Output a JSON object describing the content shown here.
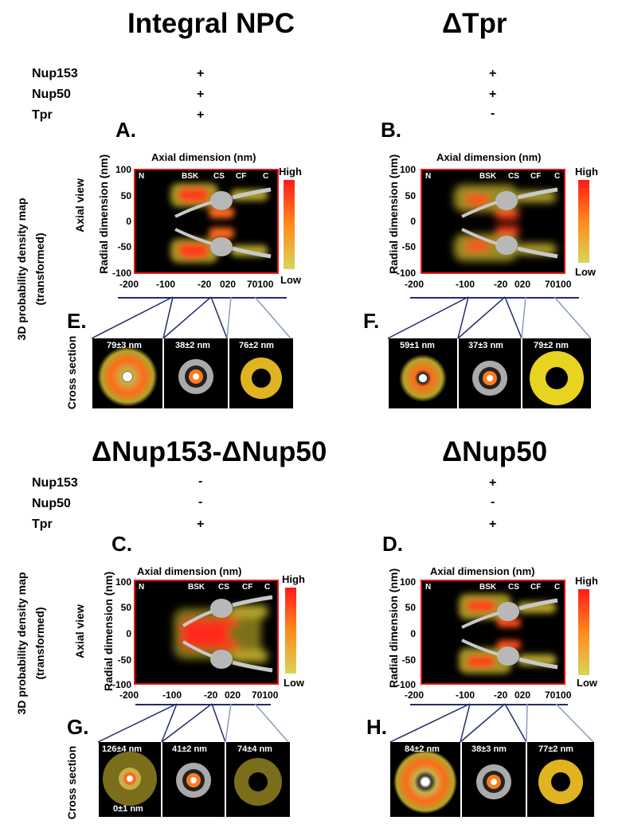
{
  "side_labels": {
    "axial_view": "Axial view",
    "density_map_line1": "3D probability density map",
    "density_map_line2": "(transformed)",
    "cross_section": "Cross section"
  },
  "axes": {
    "axial_title": "Axial dimension (nm)",
    "radial_title": "Radial dimension (nm)",
    "y_ticks": [
      "100",
      "50",
      "0",
      "-50",
      "-100"
    ],
    "x_ticks": [
      "-200",
      "-100",
      "-20",
      "020",
      "70100"
    ],
    "regions": [
      "N",
      "BSK",
      "CS",
      "CF",
      "C"
    ]
  },
  "colorbar": {
    "high": "High",
    "low": "Low",
    "high_color": "#ff1a1a",
    "low_color": "#d8d45a"
  },
  "protein_labels": [
    "Nup153",
    "Nup50",
    "Tpr"
  ],
  "panels": [
    {
      "title": "Integral NPC",
      "presence": [
        "+",
        "+",
        "+"
      ],
      "plot_letter": "A.",
      "cs_letter": "E.",
      "measurements": [
        "79±3 nm",
        "38±2 nm",
        "76±2 nm"
      ]
    },
    {
      "title": "ΔTpr",
      "presence": [
        "+",
        "+",
        "-"
      ],
      "plot_letter": "B.",
      "cs_letter": "F.",
      "measurements": [
        "59±1 nm",
        "37±3 nm",
        "79±2 nm"
      ]
    },
    {
      "title": "ΔNup153-ΔNup50",
      "presence": [
        "-",
        "-",
        "+"
      ],
      "plot_letter": "C.",
      "cs_letter": "G.",
      "measurements": [
        "126±4 nm",
        "41±2 nm",
        "74±4 nm"
      ],
      "extra_measure": "0±1 nm"
    },
    {
      "title": "ΔNup50",
      "presence": [
        "+",
        "-",
        "+"
      ],
      "plot_letter": "D.",
      "cs_letter": "H.",
      "measurements": [
        "84±2 nm",
        "38±3 nm",
        "77±2 nm"
      ]
    }
  ]
}
